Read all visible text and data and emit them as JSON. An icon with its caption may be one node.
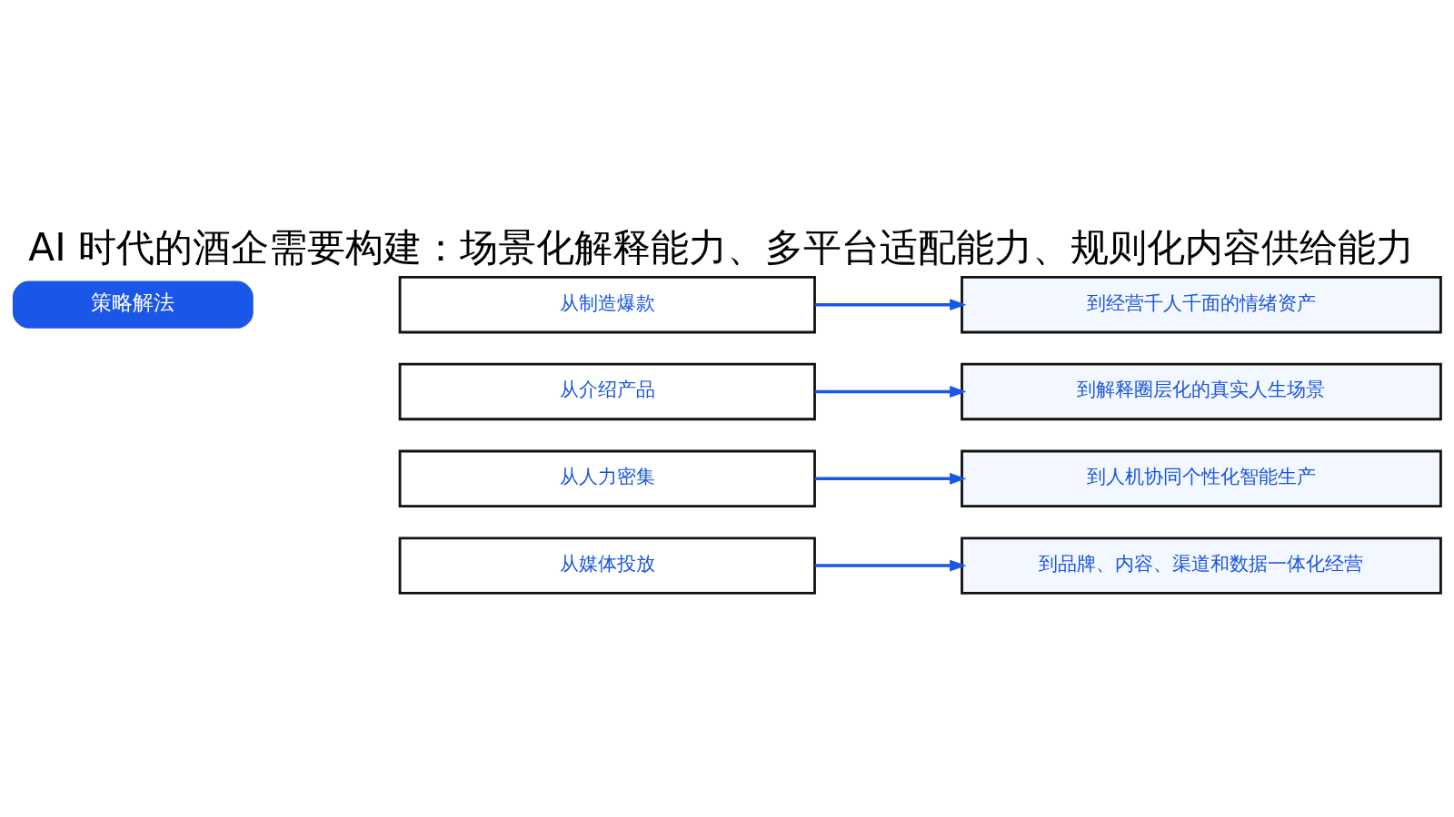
{
  "diagram": {
    "title": "AI 时代的酒企需要构建：场景化解释能力、多平台适配能力、规则化内容供给能力",
    "nodes": [
      {
        "text": [
          "策略解法"
        ]
      },
      {
        "text": [
          "从制造爆款"
        ]
      },
      {
        "text": [
          "到经营千人千面的情绪资产"
        ]
      },
      {
        "text": [
          "从介绍产品"
        ]
      },
      {
        "text": [
          "到解释圈层化的真实人生场景"
        ]
      },
      {
        "text": [
          "从人力密集"
        ]
      },
      {
        "text": [
          "到人机协同个性化智能生产"
        ]
      },
      {
        "text": [
          "从媒体投放"
        ]
      },
      {
        "text": [
          "到品牌、内容、渠道和数据一体化经营"
        ]
      }
    ],
    "edges": [
      {
        "from": 1,
        "to": 2,
        "arrow": "to"
      },
      {
        "from": 3,
        "to": 4,
        "arrow": "to"
      },
      {
        "from": 5,
        "to": 6,
        "arrow": "to"
      },
      {
        "from": 7,
        "to": 8,
        "arrow": "to"
      }
    ]
  }
}
